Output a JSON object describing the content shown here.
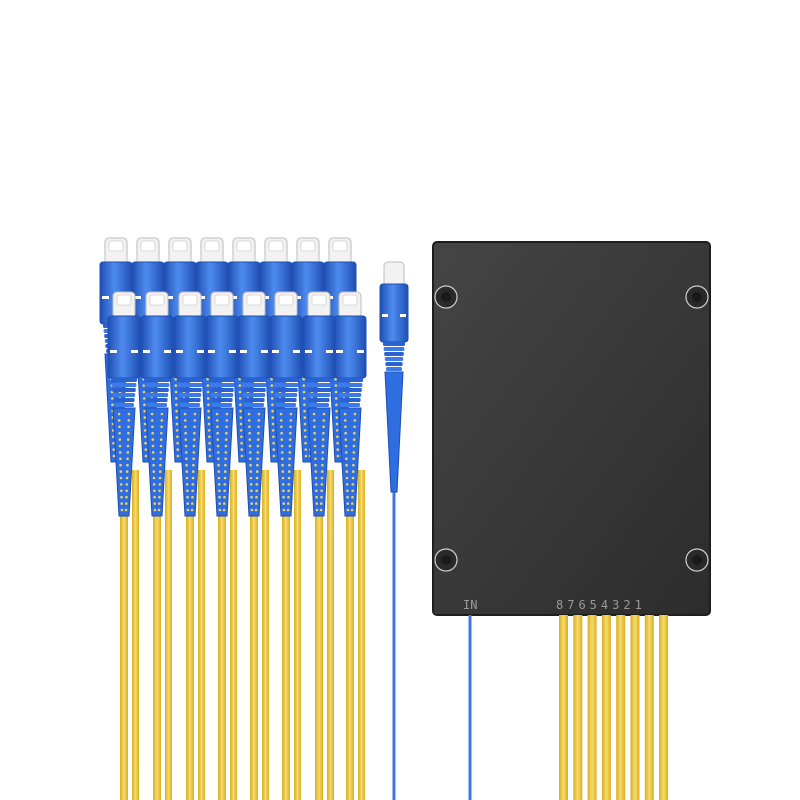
{
  "splitter": {
    "input_label": "IN",
    "port_numbers": "87654321"
  },
  "colors": {
    "background": "#ffffff",
    "box_body": "#3a3a3a",
    "box_edge": "#1e1e1e",
    "connector_blue": "#2f6ee0",
    "connector_blue_dark": "#1e4fb3",
    "connector_cap": "#f1f1f1",
    "fiber_yellow": "#f4cf45",
    "fiber_yellow_edge": "#d7aa1e",
    "fiber_blue": "#3f78e0",
    "label_gray": "#9a9a9a"
  },
  "output_connector_count": 16,
  "output_fiber_count": 8
}
